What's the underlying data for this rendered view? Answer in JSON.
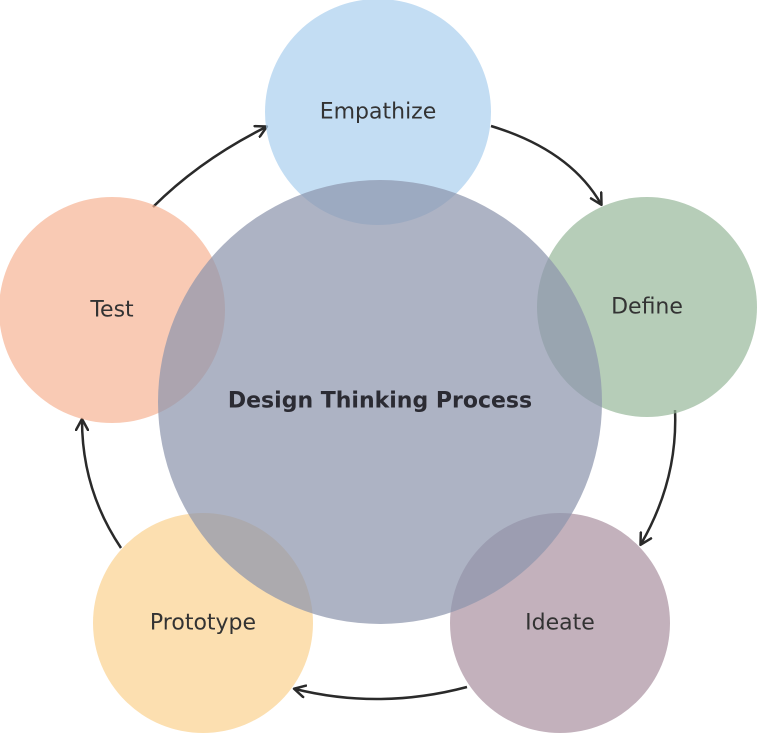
{
  "center": {
    "label": "Design Thinking Process",
    "color": "#8e96ad"
  },
  "stages": [
    {
      "label": "Empathize",
      "color": "#a9cfee"
    },
    {
      "label": "Define",
      "color": "#97b89a"
    },
    {
      "label": "Ideate",
      "color": "#a9909f"
    },
    {
      "label": "Prototype",
      "color": "#fbd28e"
    },
    {
      "label": "Test",
      "color": "#f6b394"
    }
  ],
  "arrow_color": "#2a2a2a"
}
